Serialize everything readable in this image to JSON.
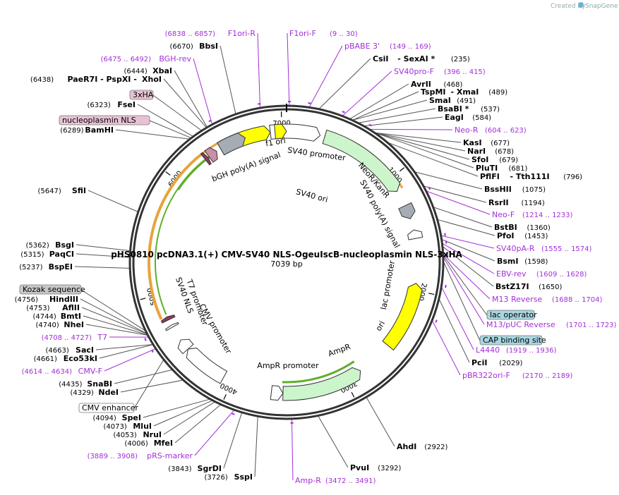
{
  "credit": {
    "created_by": "Created by",
    "brand": "SnapGene"
  },
  "map": {
    "name": "pHS0810 pcDNA3.1(+) CMV-SV40 NLS-OgeuIscB-nucleoplasmin NLS-3xHA",
    "length": "7039 bp",
    "total_bp": 7039
  },
  "ticks": [
    {
      "bp": 1000,
      "label": "1000"
    },
    {
      "bp": 2000,
      "label": "2000"
    },
    {
      "bp": 3000,
      "label": "3000"
    },
    {
      "bp": 4000,
      "label": "4000"
    },
    {
      "bp": 5000,
      "label": "5000"
    },
    {
      "bp": 6000,
      "label": "6000"
    },
    {
      "bp": 7000,
      "label": "7000"
    }
  ],
  "features": [
    {
      "name": "f1 ori",
      "start": 6470,
      "end": 6900,
      "type": "ori",
      "color": "#ffff00",
      "strand": 1
    },
    {
      "name": "SV40 promoter",
      "start": 6900,
      "end": 290,
      "type": "promoter",
      "color": "#ffffff",
      "strand": 1
    },
    {
      "name": "NeoR/KanR",
      "start": 330,
      "end": 1120,
      "type": "cds",
      "color": "#ccf5cc",
      "strand": 1
    },
    {
      "name": "SV40 poly(A) signal",
      "start": 1260,
      "end": 1380,
      "type": "polya",
      "color": "#a6acb3",
      "strand": 1
    },
    {
      "name": "lac promoter",
      "start": 1480,
      "end": 1555,
      "type": "promoter",
      "color": "#ffffff",
      "strand": -1
    },
    {
      "name": "ori",
      "start": 1940,
      "end": 2530,
      "type": "ori",
      "color": "#ffff00",
      "strand": -1
    },
    {
      "name": "AmpR",
      "start": 2850,
      "end": 3550,
      "type": "cds",
      "color": "#ccf5cc",
      "strand": -1
    },
    {
      "name": "AmpR promoter",
      "start": 3550,
      "end": 3650,
      "type": "promoter",
      "color": "#ffffff",
      "strand": -1
    },
    {
      "name": "CMV promoter",
      "start": 4080,
      "end": 4470,
      "type": "promoter",
      "color": "#ffffff",
      "strand": 1
    },
    {
      "name": "CMV enhancer",
      "start": 4470,
      "end": 4570,
      "type": "promoter",
      "color": "#ffffff",
      "strand": 1
    },
    {
      "name": "T7 promoter",
      "start": 4700,
      "end": 4720,
      "type": "promoter",
      "color": "#ffffff",
      "strand": 1
    },
    {
      "name": "SV40 NLS",
      "start": 4770,
      "end": 4800,
      "type": "nls",
      "color": "#8c3a5f",
      "strand": 1
    },
    {
      "name": "nucleoplasmin NLS",
      "start": 6290,
      "end": 6320,
      "type": "nls",
      "color": "#8c3a5f",
      "strand": 1
    },
    {
      "name": "3xHA",
      "start": 6330,
      "end": 6410,
      "type": "tag",
      "color": "#c98fa8",
      "strand": 1
    },
    {
      "name": "bGH poly(A) signal",
      "start": 6450,
      "end": 6680,
      "type": "polya",
      "color": "#a6acb3",
      "strand": 1
    },
    {
      "name": "SV40 ori",
      "start": 6940,
      "end": 7039,
      "type": "ori",
      "color": "#ffff00",
      "strand": 1
    }
  ],
  "enzymes_right": [
    {
      "name": "CsiI",
      "suffix": "- SexAI *",
      "pos": "(235)"
    },
    {
      "name": "AvrII",
      "suffix": "",
      "pos": "(468)"
    },
    {
      "name": "TspMI",
      "suffix": "- XmaI",
      "pos": "(489)"
    },
    {
      "name": "SmaI",
      "suffix": "",
      "pos": "(491)"
    },
    {
      "name": "BsaBI *",
      "suffix": "",
      "pos": "(537)"
    },
    {
      "name": "EagI",
      "suffix": "",
      "pos": "(584)"
    },
    {
      "name": "KasI",
      "suffix": "",
      "pos": "(677)"
    },
    {
      "name": "NarI",
      "suffix": "",
      "pos": "(678)"
    },
    {
      "name": "SfoI",
      "suffix": "",
      "pos": "(679)"
    },
    {
      "name": "PluTI",
      "suffix": "",
      "pos": "(681)"
    },
    {
      "name": "PflFI",
      "suffix": "- Tth111I",
      "pos": "(796)"
    },
    {
      "name": "BssHII",
      "suffix": "",
      "pos": "(1075)"
    },
    {
      "name": "RsrII",
      "suffix": "",
      "pos": "(1194)"
    },
    {
      "name": "BstBI",
      "suffix": "",
      "pos": "(1360)"
    },
    {
      "name": "PfoI",
      "suffix": "",
      "pos": "(1453)"
    },
    {
      "name": "BsmI",
      "suffix": "",
      "pos": "(1598)"
    },
    {
      "name": "BstZ17I",
      "suffix": "",
      "pos": "(1650)"
    },
    {
      "name": "PciI",
      "suffix": "",
      "pos": "(2029)"
    },
    {
      "name": "AhdI",
      "suffix": "",
      "pos": "(2922)"
    },
    {
      "name": "PvuI",
      "suffix": "",
      "pos": "(3292)"
    }
  ],
  "enzymes_left": [
    {
      "name": "BbsI",
      "prefix": "",
      "pos": "(6670)"
    },
    {
      "name": "XbaI",
      "prefix": "",
      "pos": "(6444)"
    },
    {
      "name": "XhoI",
      "prefix": "PaeR7I  - PspXI  -",
      "pos": "(6438)"
    },
    {
      "name": "FseI",
      "prefix": "",
      "pos": "(6323)"
    },
    {
      "name": "BamHI",
      "prefix": "",
      "pos": "(6289)"
    },
    {
      "name": "SfiI",
      "prefix": "",
      "pos": "(5647)"
    },
    {
      "name": "BsgI",
      "prefix": "",
      "pos": "(5362)"
    },
    {
      "name": "PaqCI",
      "prefix": "",
      "pos": "(5315)"
    },
    {
      "name": "BspEI",
      "prefix": "",
      "pos": "(5237)"
    },
    {
      "name": "HindIII",
      "prefix": "",
      "pos": "(4756)"
    },
    {
      "name": "AflII",
      "prefix": "",
      "pos": "(4753)"
    },
    {
      "name": "BmtI",
      "prefix": "",
      "pos": "(4744)"
    },
    {
      "name": "NheI",
      "prefix": "",
      "pos": "(4740)"
    },
    {
      "name": "SacI",
      "prefix": "",
      "pos": "(4663)"
    },
    {
      "name": "Eco53kI",
      "prefix": "",
      "pos": "(4661)"
    },
    {
      "name": "SnaBI",
      "prefix": "",
      "pos": "(4435)"
    },
    {
      "name": "NdeI",
      "prefix": "",
      "pos": "(4329)"
    },
    {
      "name": "SpeI",
      "prefix": "",
      "pos": "(4094)"
    },
    {
      "name": "MluI",
      "prefix": "",
      "pos": "(4073)"
    },
    {
      "name": "NruI",
      "prefix": "",
      "pos": "(4053)"
    },
    {
      "name": "MfeI",
      "prefix": "",
      "pos": "(4006)"
    },
    {
      "name": "SgrDI",
      "prefix": "",
      "pos": "(3843)"
    },
    {
      "name": "SspI",
      "prefix": "",
      "pos": "(3726)"
    }
  ],
  "primers": [
    {
      "name": "F1ori-R",
      "range": "(6838 .. 6857)",
      "side": "left"
    },
    {
      "name": "F1ori-F",
      "range": "(9 .. 30)",
      "side": "right"
    },
    {
      "name": "pBABE 3'",
      "range": "(149 .. 169)",
      "side": "right"
    },
    {
      "name": "BGH-rev",
      "range": "(6475 .. 6492)",
      "side": "left"
    },
    {
      "name": "SV40pro-F",
      "range": "(396 .. 415)",
      "side": "right"
    },
    {
      "name": "Neo-R",
      "range": "(604 .. 623)",
      "side": "right"
    },
    {
      "name": "Neo-F",
      "range": "(1214 .. 1233)",
      "side": "right"
    },
    {
      "name": "SV40pA-R",
      "range": "(1555 .. 1574)",
      "side": "right"
    },
    {
      "name": "EBV-rev",
      "range": "(1609 .. 1628)",
      "side": "right"
    },
    {
      "name": "M13 Reverse",
      "range": "(1688 .. 1704)",
      "side": "right"
    },
    {
      "name": "M13/pUC Reverse",
      "range": "(1701 .. 1723)",
      "side": "right"
    },
    {
      "name": "L4440",
      "range": "(1919 .. 1936)",
      "side": "right"
    },
    {
      "name": "pBR322ori-F",
      "range": "(2170 .. 2189)",
      "side": "right"
    },
    {
      "name": "Amp-R",
      "range": "(3472 .. 3491)",
      "side": "bottom"
    },
    {
      "name": "pRS-marker",
      "range": "(3889 .. 3908)",
      "side": "left"
    },
    {
      "name": "CMV-F",
      "range": "(4614 .. 4634)",
      "side": "left"
    },
    {
      "name": "T7",
      "range": "(4708 .. 4727)",
      "side": "left"
    }
  ],
  "boxed_labels": [
    {
      "name": "3xHA",
      "fill": "#e8c2d4"
    },
    {
      "name": "nucleoplasmin NLS",
      "fill": "#e8c2d4"
    },
    {
      "name": "Kozak sequence",
      "fill": "#c8c8c8"
    },
    {
      "name": "CMV enhancer",
      "fill": "#ffffff"
    },
    {
      "name": "lac operator",
      "fill": "#a9d6e0"
    },
    {
      "name": "CAP binding site",
      "fill": "#a9d6e0"
    }
  ],
  "colors": {
    "primer": "#a22fd6",
    "backbone": "#333333",
    "orf": "#e8a33c",
    "orf_inner": "#5faf2a"
  }
}
